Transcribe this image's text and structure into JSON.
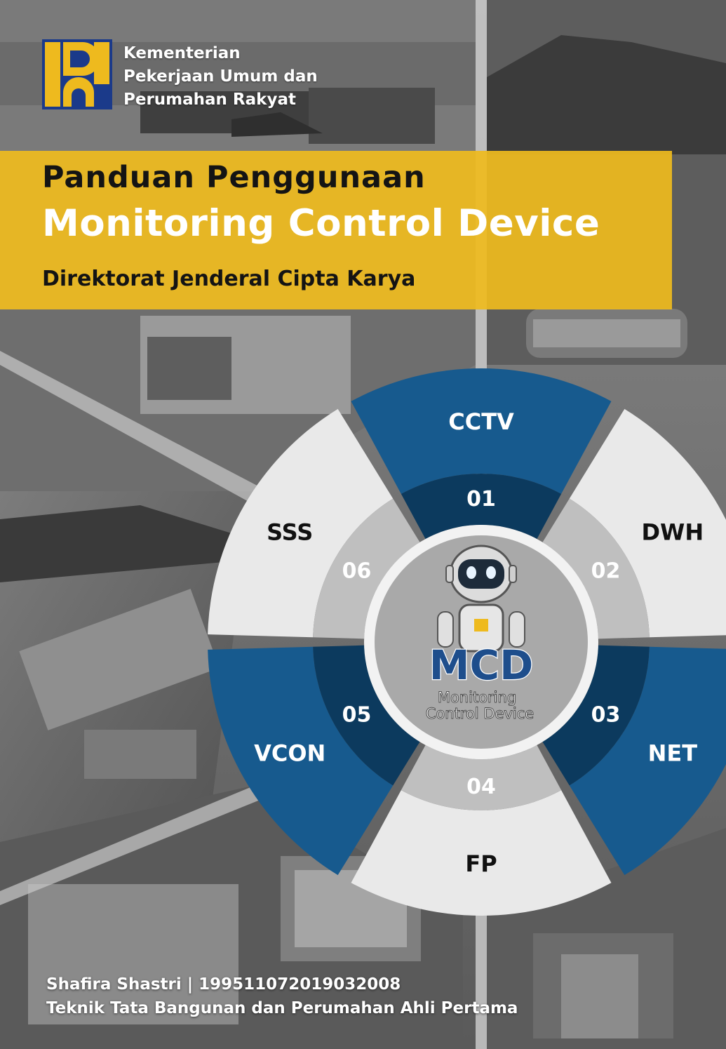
{
  "cover": {
    "ministry_lines": [
      "Kementerian",
      "Pekerjaan Umum dan",
      "Perumahan Rakyat"
    ],
    "title_line1": "Panduan Penggunaan",
    "title_line2": "Monitoring Control Device",
    "subtitle": "Direktorat Jenderal Cipta Karya",
    "author_line1": "Shafira Shastri | 199511072019032008",
    "author_line2": "Teknik Tata Bangunan dan Perumahan Ahli Pertama"
  },
  "wheel": {
    "center_logo_text": "MCD",
    "center_caption_line1": "Monitoring",
    "center_caption_line2": "Control Device",
    "segments": [
      {
        "number": "01",
        "label": "CCTV",
        "theme": "blue"
      },
      {
        "number": "02",
        "label": "DWH",
        "theme": "light"
      },
      {
        "number": "03",
        "label": "NET",
        "theme": "blue"
      },
      {
        "number": "04",
        "label": "FP",
        "theme": "light"
      },
      {
        "number": "05",
        "label": "VCON",
        "theme": "blue"
      },
      {
        "number": "06",
        "label": "SSS",
        "theme": "light"
      }
    ]
  },
  "colors": {
    "accent_yellow": "#EEBA1E",
    "blue_outer": "#175A8E",
    "blue_inner": "#0C3A5E",
    "light_outer": "#E9E9E9",
    "light_inner": "#BFBFBF",
    "center_fill": "#A9A9A9",
    "logo_blue": "#1B3A8A"
  }
}
